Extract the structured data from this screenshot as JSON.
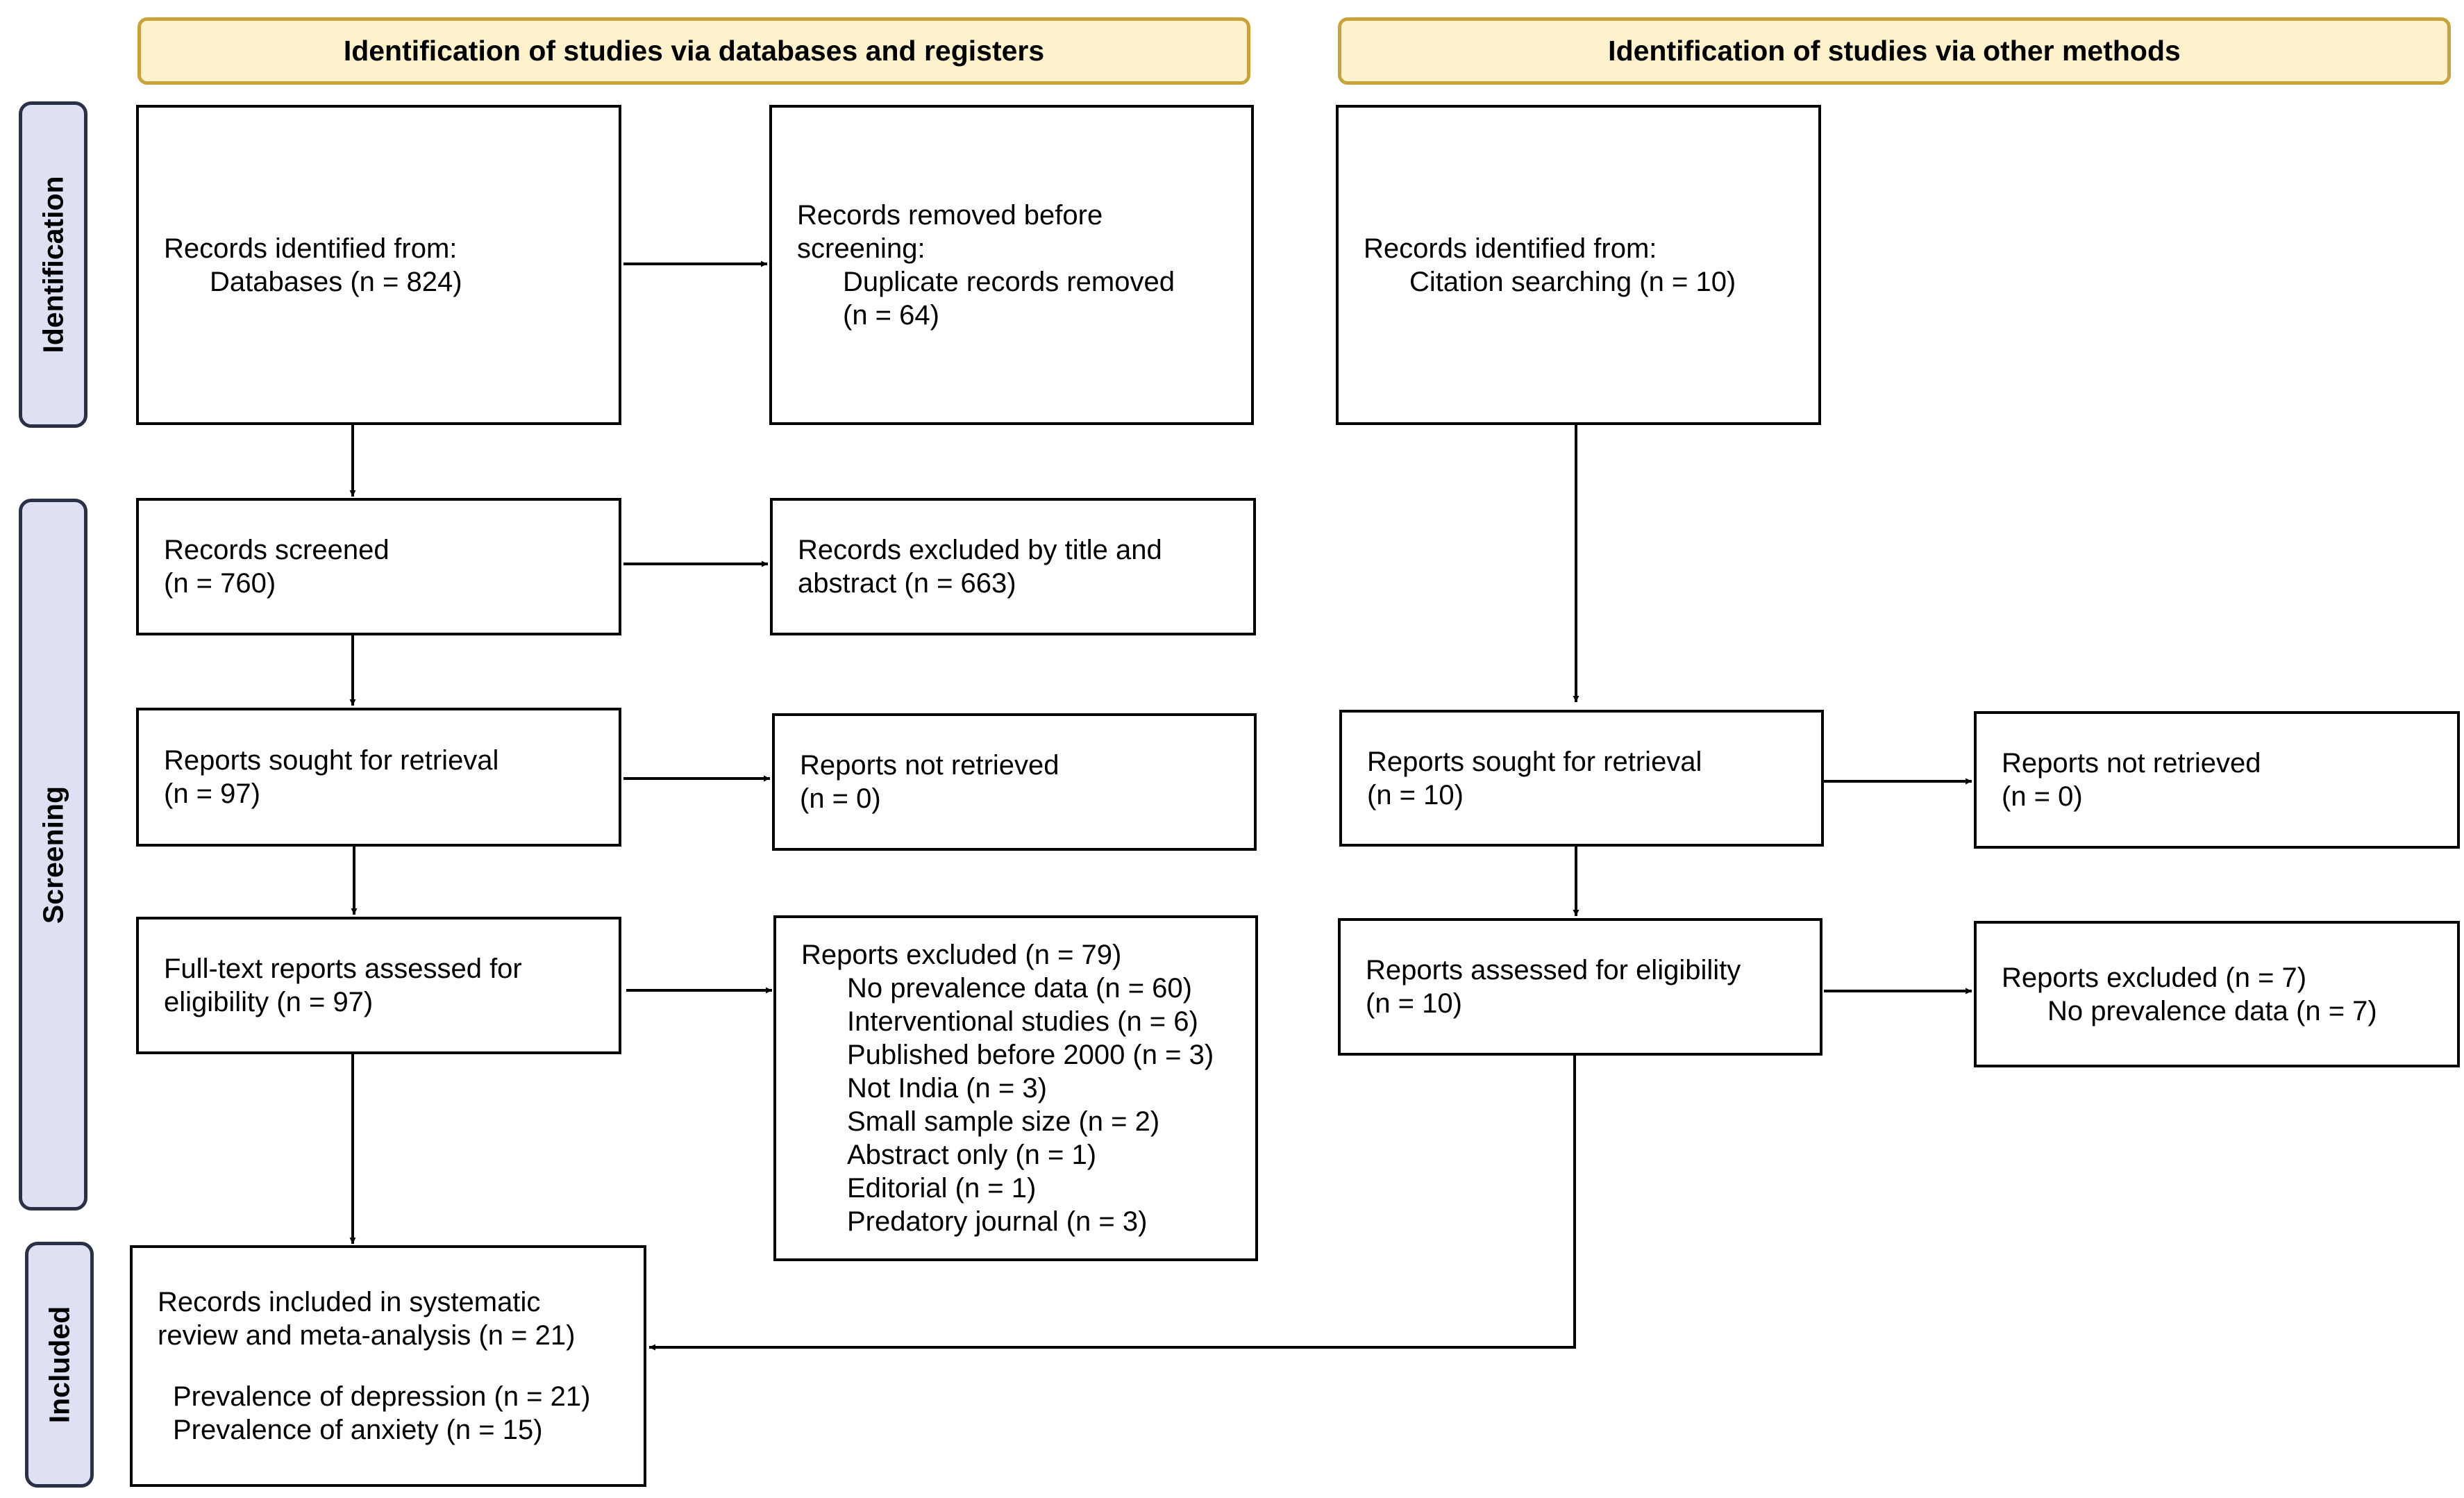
{
  "headers": {
    "databases": "Identification of studies via databases and registers",
    "other": "Identification of studies via other methods"
  },
  "phases": {
    "identification": "Identification",
    "screening": "Screening",
    "included": "Included"
  },
  "db": {
    "identified": {
      "title": "Records identified from:",
      "line": "Databases (n = 824)"
    },
    "removed": {
      "l1": "Records removed before",
      "l2": "screening:",
      "l3": "Duplicate records removed",
      "l4": "(n = 64)"
    },
    "screened": {
      "l1": "Records screened",
      "l2": "(n = 760)"
    },
    "excluded_ta": {
      "l1": "Records excluded by title and",
      "l2": "abstract (n = 663)"
    },
    "sought": {
      "l1": "Reports sought for retrieval",
      "l2": "(n = 97)"
    },
    "not_retrieved": {
      "l1": "Reports not retrieved",
      "l2": "(n = 0)"
    },
    "assessed": {
      "l1": "Full-text reports assessed for",
      "l2": "eligibility (n = 97)"
    },
    "excluded": {
      "title": "Reports excluded (n = 79)",
      "reasons": [
        "No prevalence data (n = 60)",
        "Interventional studies (n = 6)",
        "Published before 2000 (n = 3)",
        "Not India (n = 3)",
        "Small sample size (n = 2)",
        "Abstract only (n = 1)",
        "Editorial (n = 1)",
        "Predatory journal (n = 3)"
      ]
    }
  },
  "other": {
    "identified": {
      "title": "Records identified from:",
      "line": "Citation searching (n = 10)"
    },
    "sought": {
      "l1": "Reports sought for retrieval",
      "l2": "(n = 10)"
    },
    "not_retrieved": {
      "l1": "Reports not retrieved",
      "l2": "(n = 0)"
    },
    "assessed": {
      "l1": "Reports assessed for eligibility",
      "l2": "(n = 10)"
    },
    "excluded": {
      "title": "Reports excluded (n = 7)",
      "line": "No prevalence data (n = 7)"
    }
  },
  "included": {
    "l1": "Records included in systematic",
    "l2": "review and meta-analysis (n = 21)",
    "l3": "Prevalence of depression (n = 21)",
    "l4": "Prevalence of anxiety (n = 15)"
  }
}
